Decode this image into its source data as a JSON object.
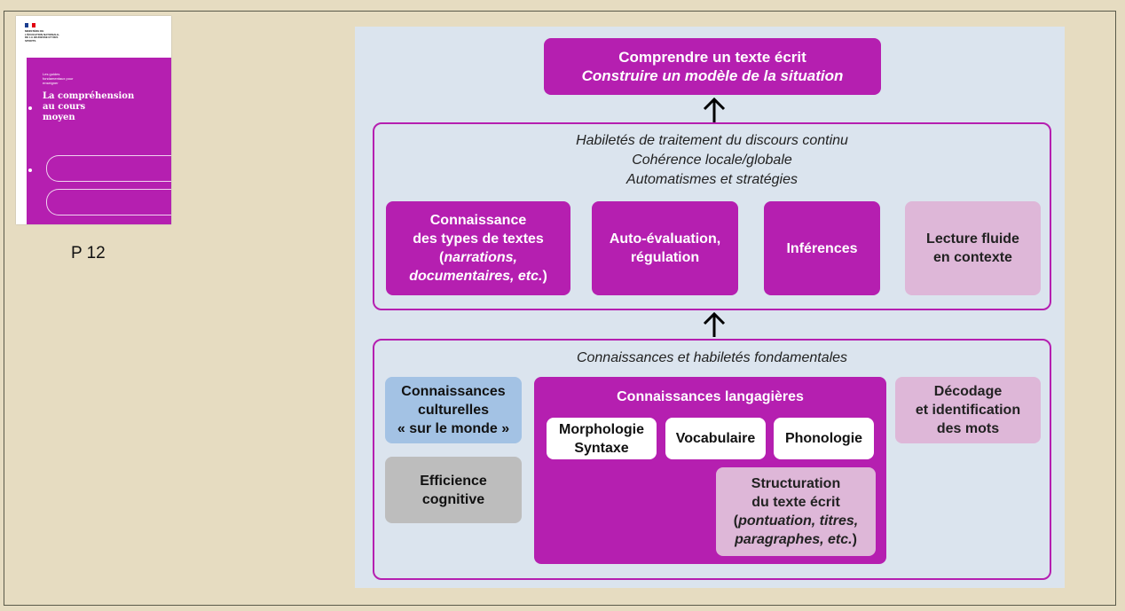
{
  "cover": {
    "ministry": "MINISTÈRE DE L'ÉDUCATION NATIONALE, DE LA JEUNESSE ET DES SPORTS",
    "guide_label": "Les guides fondamentaux pour enseigner",
    "title_line1": "La compréhension",
    "title_line2": "au cours",
    "title_line3": "moyen",
    "page_ref": "P 12"
  },
  "top": {
    "line1": "Comprendre un texte écrit",
    "line2": "Construire un modèle de la situation"
  },
  "middle": {
    "header1": "Habiletés de traitement du discours continu",
    "header2": "Cohérence locale/globale",
    "header3": "Automatismes et stratégies",
    "box1_line1": "Connaissance",
    "box1_line2": "des types de textes",
    "box1_line3a": "(",
    "box1_line3b": "narrations,",
    "box1_line4a": "documentaires, etc.",
    "box1_line4b": ")",
    "box2_line1": "Auto-évaluation,",
    "box2_line2": "régulation",
    "box3": "Inférences",
    "box4_line1": "Lecture fluide",
    "box4_line2": "en contexte"
  },
  "bottom": {
    "header": "Connaissances et habiletés fondamentales",
    "cult_line1": "Connaissances",
    "cult_line2": "culturelles",
    "cult_line3": "« sur le monde »",
    "eff_line1": "Efficience",
    "eff_line2": "cognitive",
    "lang_title": "Connaissances langagières",
    "morph_line1": "Morphologie",
    "morph_line2": "Syntaxe",
    "vocab": "Vocabulaire",
    "phono": "Phonologie",
    "struct_line1": "Structuration",
    "struct_line2": "du texte écrit",
    "struct_line3a": "(",
    "struct_line3b": "pontuation, titres,",
    "struct_line4a": "paragraphes, etc.",
    "struct_line4b": ")",
    "decod_line1": "Décodage",
    "decod_line2": "et identification",
    "decod_line3": "des mots"
  },
  "colors": {
    "magenta": "#b51fb0",
    "light_pink": "#deb7d8",
    "blue": "#a3c2e4",
    "grey": "#bdbdbd",
    "panel": "#dbe4ee",
    "background": "#e6dcc1"
  }
}
